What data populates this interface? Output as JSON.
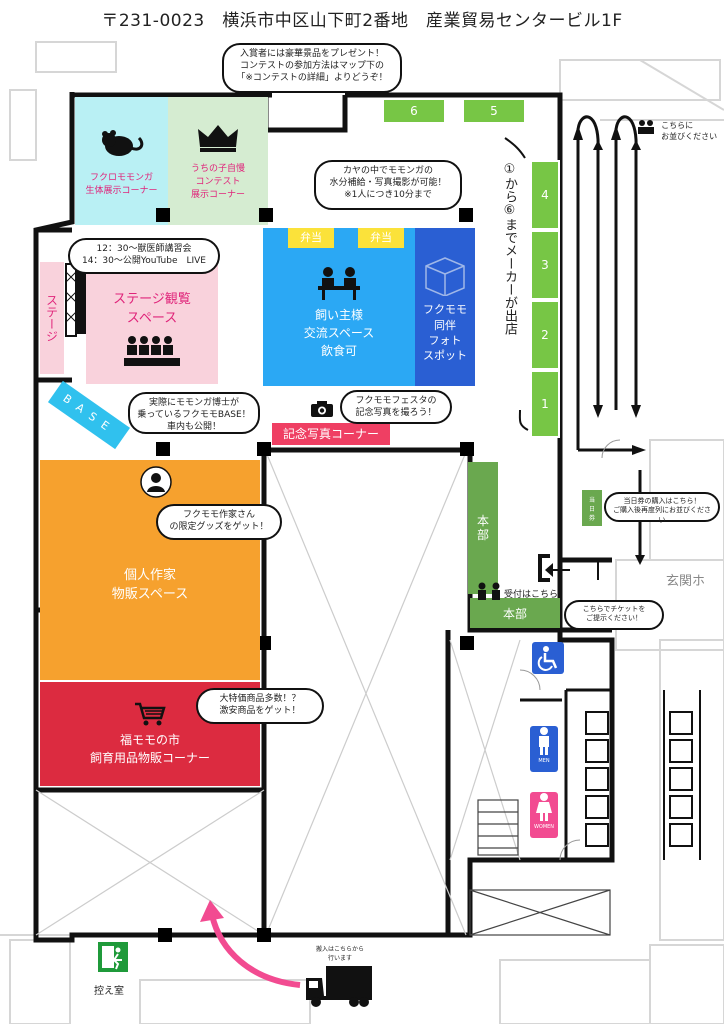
{
  "address": "〒231-0023　横浜市中区山下町2番地　産業貿易センタービル1F",
  "zones": {
    "fukuromomonga_live": "フクロモモンガ\n生体展示コーナー",
    "contest": "うちの子自慢\nコンテスト\n展示コーナー",
    "owners": "飼い主様\n交流スペース\n飲食可",
    "photo_spot": "フクモモ\n同伴\nフォト\nスポット",
    "stage": "ステージ",
    "stage_view": "ステージ観覧\nスペース",
    "base": "BASE",
    "memorial": "記念写真コーナー",
    "artist": "個人作家\n物販スペース",
    "fukumomo_market": "福モモの市\n飼育用品物販コーナー",
    "hq_vertical": "本部",
    "hq_reception": "本部",
    "ticket_counter": "当日券",
    "waiting_room": "控え室",
    "entrance": "玄関ホ"
  },
  "bento": [
    "弁当",
    "弁当"
  ],
  "booths": [
    "1",
    "2",
    "3",
    "4",
    "5",
    "6"
  ],
  "maker_text": "①から⑥までメーカーが出店",
  "bubbles": {
    "contest_prize": "入賞者には豪華景品をプレゼント！\nコンテストの参加方法はマップ下の\n「※コンテストの詳細」よりどうぞ！",
    "cage": "カヤの中でモモンガの\n水分補給・写真撮影が可能！\n※1人につき10分まで",
    "stage_schedule": "12：30～獣医師講習会\n14：30～公開YouTube　LIVE",
    "base_bubble": "実際にモモンガ博士が\n乗っているフクモモBASE！\n車内も公開！",
    "festa_photo": "フクモモフェスタの\n記念写真を撮ろう！",
    "artist_goods": "フクモモ作家さん\nの限定グッズをゲット！",
    "market_deal": "大特価商品多数！？\n激安商品をゲット！",
    "ticket_buy": "当日券の購入はこちら！\nご購入後再度列にお並びください",
    "ticket_show": "こちらでチケットを\nご提示ください！"
  },
  "labels": {
    "here_line": "こちらに\nお並びください",
    "reception": "受付はこちら",
    "carry_in": "搬入はこちらから\n行います",
    "men": "MEN",
    "women": "WOMEN"
  },
  "colors": {
    "live": "#b9f0f4",
    "contest": "#d5ecd1",
    "owners": "#2ba8f4",
    "photo": "#2a5fd3",
    "stage_pink": "#f9d2dc",
    "base": "#30c1ee",
    "memorial": "#ef3f63",
    "artist": "#f6a12e",
    "market": "#dc2b40",
    "booth": "#77c645",
    "bento": "#fbe23a"
  }
}
